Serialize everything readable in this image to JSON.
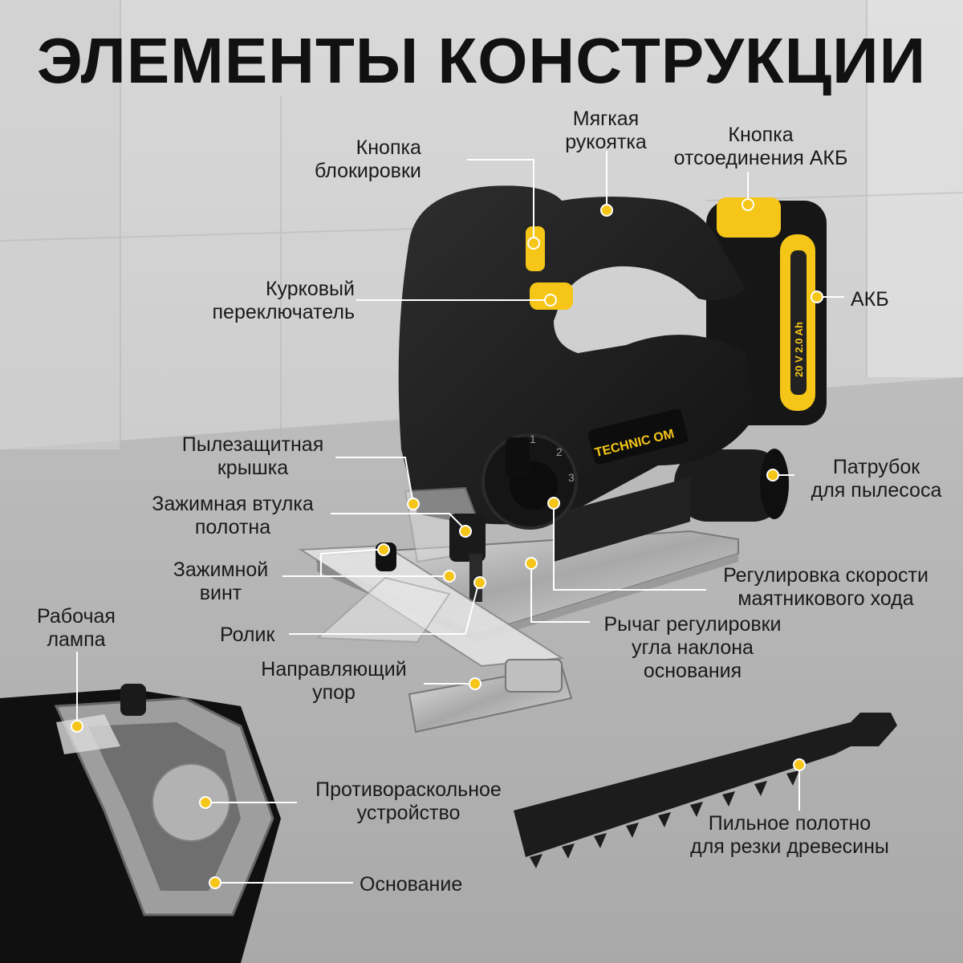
{
  "title": "ЭЛЕМЕНТЫ КОНСТРУКЦИИ",
  "brand": "TECHNIC OM",
  "battery_text": "20 V 2.0 Ah",
  "mode_numbers": [
    "1",
    "2",
    "3"
  ],
  "colors": {
    "accent": "#F5C518",
    "body": "#1b1b1b",
    "text": "#1a1a1a"
  },
  "labels": {
    "lock_button": [
      "Кнопка",
      "блокировки"
    ],
    "soft_grip": [
      "Мягкая",
      "рукоятка"
    ],
    "battery_release": [
      "Кнопка",
      "отсоединения АКБ"
    ],
    "trigger": [
      "Курковый",
      "переключатель"
    ],
    "battery": [
      "АКБ"
    ],
    "dust_cover": [
      "Пылезащитная",
      "крышка"
    ],
    "blade_clamp": [
      "Зажимная втулка",
      "полотна"
    ],
    "clamp_screw": [
      "Зажимной",
      "винт"
    ],
    "roller": [
      "Ролик"
    ],
    "guide": [
      "Направляющий",
      "упор"
    ],
    "work_lamp": [
      "Рабочая",
      "лампа"
    ],
    "vacuum_port": [
      "Патрубок",
      "для пылесоса"
    ],
    "pendulum": [
      "Регулировка скорости",
      "маятникового хода"
    ],
    "bevel_lever": [
      "Рычаг регулировки",
      "угла наклона",
      "основания"
    ],
    "anti_splinter": [
      "Противораскольное",
      "устройство"
    ],
    "base": [
      "Основание"
    ],
    "blade": [
      "Пильное полотно",
      "для резки древесины"
    ]
  }
}
